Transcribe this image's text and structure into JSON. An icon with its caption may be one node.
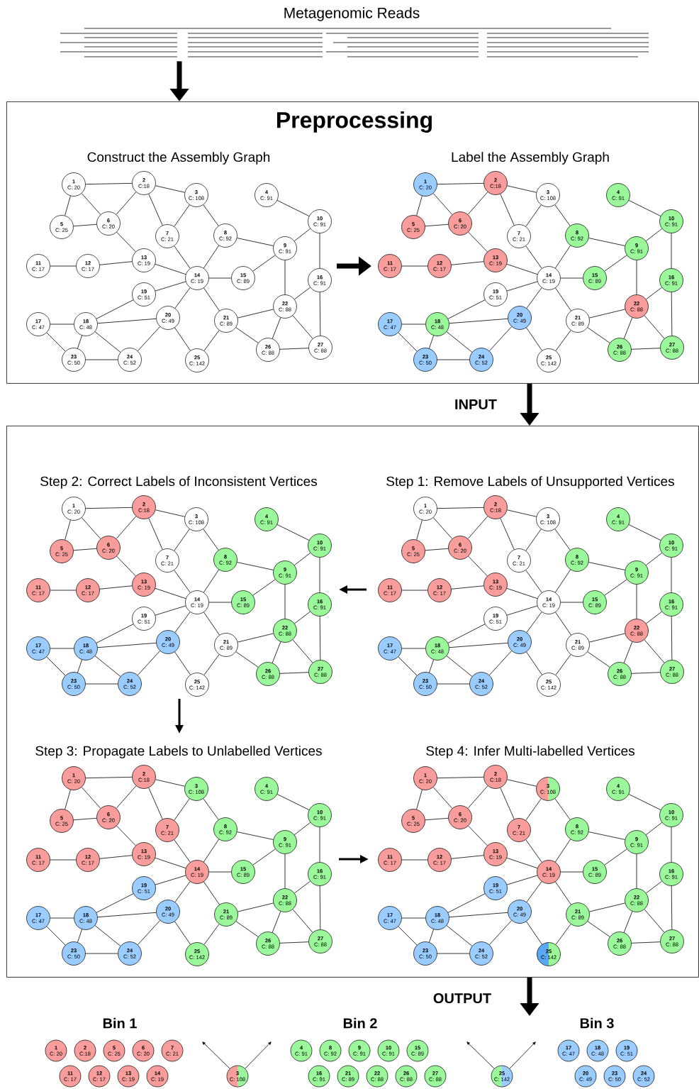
{
  "diagram": {
    "nodes": [
      {
        "text": [
          "Metagenomic Reads"
        ]
      },
      {
        "text": [
          "Preprocessing"
        ]
      },
      {
        "text": [
          "1",
          "C: 20"
        ],
        "in": 1
      },
      {
        "text": [
          "2",
          "C:18"
        ],
        "in": 1
      },
      {
        "text": [
          "3",
          "C: 108"
        ],
        "in": 1
      },
      {
        "text": [
          "4",
          "C: 91"
        ],
        "in": 1
      },
      {
        "text": [
          "5",
          "C: 25"
        ],
        "in": 1
      },
      {
        "text": [
          "6",
          "C: 20"
        ],
        "in": 1
      },
      {
        "text": [
          "7",
          "C: 21"
        ],
        "in": 1
      },
      {
        "text": [
          "8",
          "C: 92"
        ],
        "in": 1
      },
      {
        "text": [
          "9",
          "C: 91"
        ],
        "in": 1
      },
      {
        "text": [
          "10",
          "C: 91"
        ],
        "in": 1
      },
      {
        "text": [
          "11",
          "C: 17"
        ],
        "in": 1
      },
      {
        "text": [
          "12",
          "C: 17"
        ],
        "in": 1
      },
      {
        "text": [
          "13",
          "C: 19"
        ],
        "in": 1
      },
      {
        "text": [
          "14",
          "C: 19"
        ],
        "in": 1
      },
      {
        "text": [
          "15",
          "C: 89"
        ],
        "in": 1
      },
      {
        "text": [
          "16",
          "C: 91"
        ],
        "in": 1
      },
      {
        "text": [
          "17",
          "C: 47"
        ],
        "in": 1
      },
      {
        "text": [
          "18",
          "C: 48"
        ],
        "in": 1
      },
      {
        "text": [
          "19",
          "C: 51"
        ],
        "in": 1
      },
      {
        "text": [
          "20",
          "C: 49"
        ],
        "in": 1
      },
      {
        "text": [
          "21",
          "C: 89"
        ],
        "in": 1
      },
      {
        "text": [
          "22",
          "C: 88"
        ],
        "in": 1
      },
      {
        "text": [
          "23",
          "C: 50"
        ],
        "in": 1
      },
      {
        "text": [
          "24",
          "C: 52"
        ],
        "in": 1
      },
      {
        "text": [
          "25",
          "C: 142"
        ],
        "in": 1
      },
      {
        "text": [
          "26",
          "C: 88"
        ],
        "in": 1
      },
      {
        "text": [
          "27",
          "C: 88"
        ],
        "in": 1
      },
      {
        "text": [
          "1",
          "C: 20"
        ],
        "in": 1
      },
      {
        "text": [
          "2",
          "C:18"
        ],
        "in": 1
      },
      {
        "text": [
          "3",
          "C: 108"
        ],
        "in": 1
      },
      {
        "text": [
          "4",
          "C: 91"
        ],
        "in": 1
      },
      {
        "text": [
          "5",
          "C: 25"
        ],
        "in": 1
      },
      {
        "text": [
          "6",
          "C: 20"
        ],
        "in": 1
      },
      {
        "text": [
          "7",
          "C: 21"
        ],
        "in": 1
      },
      {
        "text": [
          "8",
          "C: 92"
        ],
        "in": 1
      },
      {
        "text": [
          "9",
          "C: 91"
        ],
        "in": 1
      },
      {
        "text": [
          "10",
          "C: 91"
        ],
        "in": 1
      },
      {
        "text": [
          "11",
          "C: 17"
        ],
        "in": 1
      },
      {
        "text": [
          "12",
          "C: 17"
        ],
        "in": 1
      },
      {
        "text": [
          "13",
          "C: 19"
        ],
        "in": 1
      },
      {
        "text": [
          "14",
          "C: 19"
        ],
        "in": 1
      },
      {
        "text": [
          "15",
          "C: 89"
        ],
        "in": 1
      },
      {
        "text": [
          "16",
          "C: 91"
        ],
        "in": 1
      },
      {
        "text": [
          "17",
          "C: 47"
        ],
        "in": 1
      },
      {
        "text": [
          "18",
          "C: 48"
        ],
        "in": 1
      },
      {
        "text": [
          "19",
          "C: 51"
        ],
        "in": 1
      },
      {
        "text": [
          "20",
          "C: 49"
        ],
        "in": 1
      },
      {
        "text": [
          "21",
          "C: 89"
        ],
        "in": 1
      },
      {
        "text": [
          "22",
          "C: 88"
        ],
        "in": 1
      },
      {
        "text": [
          "23",
          "C: 50"
        ],
        "in": 1
      },
      {
        "text": [
          "24",
          "C: 52"
        ],
        "in": 1
      },
      {
        "text": [
          "25",
          "C: 142"
        ],
        "in": 1
      },
      {
        "text": [
          "26",
          "C: 88"
        ],
        "in": 1
      },
      {
        "text": [
          "27",
          "C: 88"
        ],
        "in": 1
      },
      {
        "text": [],
        "shape": "box"
      },
      {
        "text": [
          "1",
          "C: 20"
        ],
        "in": 56
      },
      {
        "text": [
          "2",
          "C:18"
        ],
        "in": 56
      },
      {
        "text": [
          "3",
          "C: 108"
        ],
        "in": 56
      },
      {
        "text": [
          "4",
          "C: 91"
        ],
        "in": 56
      },
      {
        "text": [
          "5",
          "C: 25"
        ],
        "in": 56
      },
      {
        "text": [
          "6",
          "C: 20"
        ],
        "in": 56
      },
      {
        "text": [
          "7",
          "C: 21"
        ],
        "in": 56
      },
      {
        "text": [
          "8",
          "C: 92"
        ],
        "in": 56
      },
      {
        "text": [
          "9",
          "C: 91"
        ],
        "in": 56
      },
      {
        "text": [
          "10",
          "C: 91"
        ],
        "in": 56
      },
      {
        "text": [
          "11",
          "C: 17"
        ],
        "in": 56
      },
      {
        "text": [
          "12",
          "C: 17"
        ],
        "in": 56
      },
      {
        "text": [
          "13",
          "C: 19"
        ],
        "in": 56
      },
      {
        "text": [
          "14",
          "C: 19"
        ],
        "in": 56
      },
      {
        "text": [
          "15",
          "C: 89"
        ],
        "in": 56
      },
      {
        "text": [
          "16",
          "C: 91"
        ],
        "in": 56
      },
      {
        "text": [
          "17",
          "C: 47"
        ],
        "in": 56
      },
      {
        "text": [
          "18",
          "C: 48"
        ],
        "in": 56
      },
      {
        "text": [
          "19",
          "C: 51"
        ],
        "in": 56
      },
      {
        "text": [
          "20",
          "C: 49"
        ],
        "in": 56
      },
      {
        "text": [
          "21",
          "C: 89"
        ],
        "in": 56
      },
      {
        "text": [
          "22",
          "C: 88"
        ],
        "in": 56
      },
      {
        "text": [
          "23",
          "C: 50"
        ],
        "in": 56
      },
      {
        "text": [
          "24",
          "C: 52"
        ],
        "in": 56
      },
      {
        "text": [
          "25",
          "C: 142"
        ],
        "in": 56
      },
      {
        "text": [
          "26",
          "C: 88"
        ],
        "in": 56
      },
      {
        "text": [
          "27",
          "C: 88"
        ],
        "in": 56
      },
      {
        "text": [
          "1",
          "C: 20"
        ],
        "in": 56
      },
      {
        "text": [
          "2",
          "C:18"
        ],
        "in": 56
      },
      {
        "text": [
          "3",
          "C: 108"
        ],
        "in": 56
      },
      {
        "text": [
          "4",
          "C: 91"
        ],
        "in": 56
      },
      {
        "text": [
          "5",
          "C: 25"
        ],
        "in": 56
      },
      {
        "text": [
          "6",
          "C: 20"
        ],
        "in": 56
      },
      {
        "text": [
          "7",
          "C: 21"
        ],
        "in": 56
      },
      {
        "text": [
          "8",
          "C: 92"
        ],
        "in": 56
      },
      {
        "text": [
          "9",
          "C: 91"
        ],
        "in": 56
      },
      {
        "text": [
          "10",
          "C: 91"
        ],
        "in": 56
      },
      {
        "text": [
          "11",
          "C: 17"
        ],
        "in": 56
      },
      {
        "text": [
          "12",
          "C: 17"
        ],
        "in": 56
      },
      {
        "text": [
          "13",
          "C: 19"
        ],
        "in": 56
      },
      {
        "text": [
          "14",
          "C: 19"
        ],
        "in": 56
      },
      {
        "text": [
          "15",
          "C: 89"
        ],
        "in": 56
      },
      {
        "text": [
          "16",
          "C: 91"
        ],
        "in": 56
      },
      {
        "text": [
          "17",
          "C: 47"
        ],
        "in": 56
      },
      {
        "text": [
          "18",
          "C: 48"
        ],
        "in": 56
      },
      {
        "text": [
          "19",
          "C: 51"
        ],
        "in": 56
      },
      {
        "text": [
          "20",
          "C: 49"
        ],
        "in": 56
      },
      {
        "text": [
          "21",
          "C: 89"
        ],
        "in": 56
      },
      {
        "text": [
          "22",
          "C: 88"
        ],
        "in": 56
      },
      {
        "text": [
          "23",
          "C: 50"
        ],
        "in": 56
      },
      {
        "text": [
          "24",
          "C: 52"
        ],
        "in": 56
      },
      {
        "text": [
          "25",
          "C: 142"
        ],
        "in": 56
      },
      {
        "text": [
          "26",
          "C: 88"
        ],
        "in": 56
      },
      {
        "text": [
          "27",
          "C: 88"
        ],
        "in": 56
      },
      {
        "text": [
          "1",
          "C: 20"
        ],
        "in": 56
      },
      {
        "text": [
          "2",
          "C:18"
        ],
        "in": 56
      },
      {
        "text": [
          "3",
          "C: 108"
        ],
        "in": 56
      },
      {
        "text": [
          "4",
          "C: 91"
        ],
        "in": 56
      },
      {
        "text": [
          "5",
          "C: 25"
        ],
        "in": 56
      },
      {
        "text": [
          "6",
          "C: 20"
        ],
        "in": 56
      },
      {
        "text": [
          "7",
          "C: 21"
        ],
        "in": 56
      },
      {
        "text": [
          "8",
          "C: 92"
        ],
        "in": 56
      },
      {
        "text": [
          "9",
          "C: 91"
        ],
        "in": 56
      },
      {
        "text": [
          "10",
          "C: 91"
        ],
        "in": 56
      },
      {
        "text": [
          "11",
          "C: 17"
        ],
        "in": 56
      },
      {
        "text": [
          "12",
          "C: 17"
        ],
        "in": 56
      },
      {
        "text": [
          "13",
          "C: 19"
        ],
        "in": 56
      },
      {
        "text": [
          "14",
          "C: 19"
        ],
        "in": 56
      },
      {
        "text": [
          "15",
          "C: 89"
        ],
        "in": 56
      },
      {
        "text": [
          "16",
          "C: 91"
        ],
        "in": 56
      },
      {
        "text": [
          "17",
          "C: 47"
        ],
        "in": 56
      },
      {
        "text": [
          "18",
          "C: 48"
        ],
        "in": 56
      },
      {
        "text": [
          "19",
          "C: 51"
        ],
        "in": 56
      },
      {
        "text": [
          "20",
          "C: 49"
        ],
        "in": 56
      },
      {
        "text": [
          "21",
          "C: 89"
        ],
        "in": 56
      },
      {
        "text": [
          "22",
          "C: 88"
        ],
        "in": 56
      },
      {
        "text": [
          "23",
          "C: 50"
        ],
        "in": 56
      },
      {
        "text": [
          "24",
          "C: 52"
        ],
        "in": 56
      },
      {
        "text": [
          "25",
          "C: 142"
        ],
        "in": 56
      },
      {
        "text": [
          "26",
          "C: 88"
        ],
        "in": 56
      },
      {
        "text": [
          "27",
          "C: 88"
        ],
        "in": 56
      },
      {
        "text": [
          "1",
          "C: 20"
        ],
        "in": 56
      },
      {
        "text": [
          "2",
          "C:18"
        ],
        "in": 56
      },
      {
        "text": [
          "3",
          "C: 108"
        ],
        "in": 56
      },
      {
        "text": [
          "4",
          "C: 91"
        ],
        "in": 56
      },
      {
        "text": [
          "5",
          "C: 25"
        ],
        "in": 56
      },
      {
        "text": [
          "6",
          "C: 20"
        ],
        "in": 56
      },
      {
        "text": [
          "7",
          "C: 21"
        ],
        "in": 56
      },
      {
        "text": [
          "8",
          "C: 92"
        ],
        "in": 56
      },
      {
        "text": [
          "9",
          "C: 91"
        ],
        "in": 56
      },
      {
        "text": [
          "10",
          "C: 91"
        ],
        "in": 56
      },
      {
        "text": [
          "11",
          "C: 17"
        ],
        "in": 56
      },
      {
        "text": [
          "12",
          "C: 17"
        ],
        "in": 56
      },
      {
        "text": [
          "13",
          "C: 19"
        ],
        "in": 56
      },
      {
        "text": [
          "14",
          "C: 19"
        ],
        "in": 56
      },
      {
        "text": [
          "15",
          "C: 89"
        ],
        "in": 56
      },
      {
        "text": [
          "16",
          "C: 91"
        ],
        "in": 56
      },
      {
        "text": [
          "17",
          "C: 47"
        ],
        "in": 56
      },
      {
        "text": [
          "18",
          "C: 48"
        ],
        "in": 56
      },
      {
        "text": [
          "19",
          "C: 51"
        ],
        "in": 56
      },
      {
        "text": [
          "20",
          "C: 49"
        ],
        "in": 56
      },
      {
        "text": [
          "21",
          "C: 89"
        ],
        "in": 56
      },
      {
        "text": [
          "22",
          "C: 88"
        ],
        "in": 56
      },
      {
        "text": [
          "23",
          "C: 50"
        ],
        "in": 56
      },
      {
        "text": [
          "24",
          "C: 52"
        ],
        "in": 56
      },
      {
        "text": [
          "25",
          "C: 142"
        ],
        "in": 56
      },
      {
        "text": [
          "26",
          "C: 88"
        ],
        "in": 56
      },
      {
        "text": [
          "27",
          "C: 88"
        ],
        "in": 56
      },
      {
        "text": [
          "1",
          "C: 20"
        ]
      },
      {
        "text": [
          "2",
          "C:18"
        ]
      },
      {
        "text": [
          "5",
          "C: 25"
        ]
      },
      {
        "text": [
          "6",
          "C: 20"
        ]
      },
      {
        "text": [
          "7",
          "C: 21"
        ]
      },
      {
        "text": [
          "4",
          "C: 91"
        ]
      },
      {
        "text": [
          "8",
          "C: 92"
        ]
      },
      {
        "text": [
          "9",
          "C: 91"
        ]
      },
      {
        "text": [
          "10",
          "C: 91"
        ]
      },
      {
        "text": [
          "15",
          "C: 89"
        ]
      },
      {
        "text": [
          "17",
          "C: 47"
        ]
      },
      {
        "text": [
          "18",
          "C: 48"
        ]
      },
      {
        "text": [
          "19",
          "C: 51"
        ]
      },
      {
        "text": [
          "11",
          "C: 17"
        ]
      },
      {
        "text": [
          "12",
          "C: 17"
        ]
      },
      {
        "text": [
          "13",
          "C: 19"
        ]
      },
      {
        "text": [
          "14",
          "C: 19"
        ]
      },
      {
        "text": [
          "3",
          "C: 108"
        ]
      },
      {
        "text": [
          "16",
          "C: 91"
        ]
      },
      {
        "text": [
          "21",
          "C: 89"
        ]
      },
      {
        "text": [
          "22",
          "C: 88"
        ]
      },
      {
        "text": [
          "26",
          "C: 88"
        ]
      },
      {
        "text": [
          "27",
          "C: 88"
        ]
      },
      {
        "text": [
          "25",
          "C: 142"
        ]
      },
      {
        "text": [
          "20",
          "C: 49"
        ]
      },
      {
        "text": [
          "23",
          "C: 50"
        ]
      },
      {
        "text": [
          "24",
          "C: 52"
        ]
      }
    ],
    "edges": [
      {
        "from": 0,
        "to": 1,
        "arrow": "to",
        "style": "thick"
      },
      {
        "from": 1,
        "to": 56,
        "arrow": "to",
        "style": "thick",
        "label": "INPUT"
      },
      {
        "from": 56,
        "to": null,
        "arrow": "to",
        "style": "thick",
        "label": "OUTPUT"
      },
      {
        "from": 182,
        "to": null,
        "arrow": "to"
      },
      {
        "from": 182,
        "to": null,
        "arrow": "to"
      },
      {
        "from": 188,
        "to": null,
        "arrow": "to"
      },
      {
        "from": 188,
        "to": null,
        "arrow": "to"
      },
      {
        "from": 2,
        "to": 3,
        "arrow": "none"
      },
      {
        "from": 2,
        "to": 6,
        "arrow": "none"
      },
      {
        "from": 2,
        "to": 7,
        "arrow": "none"
      },
      {
        "from": 3,
        "to": 4,
        "arrow": "none"
      },
      {
        "from": 3,
        "to": 7,
        "arrow": "none"
      },
      {
        "from": 3,
        "to": 8,
        "arrow": "none"
      },
      {
        "from": 4,
        "to": 8,
        "arrow": "none"
      },
      {
        "from": 4,
        "to": 9,
        "arrow": "none"
      },
      {
        "from": 5,
        "to": 11,
        "arrow": "none"
      },
      {
        "from": 6,
        "to": 7,
        "arrow": "none"
      },
      {
        "from": 7,
        "to": 14,
        "arrow": "none"
      },
      {
        "from": 8,
        "to": 15,
        "arrow": "none"
      },
      {
        "from": 9,
        "to": 10,
        "arrow": "none"
      },
      {
        "from": 9,
        "to": 15,
        "arrow": "none"
      },
      {
        "from": 10,
        "to": 11,
        "arrow": "none"
      },
      {
        "from": 10,
        "to": 16,
        "arrow": "none"
      },
      {
        "from": 10,
        "to": 23,
        "arrow": "none"
      },
      {
        "from": 11,
        "to": 17,
        "arrow": "none"
      },
      {
        "from": 12,
        "to": 13,
        "arrow": "none"
      },
      {
        "from": 13,
        "to": 14,
        "arrow": "none"
      },
      {
        "from": 14,
        "to": 15,
        "arrow": "none"
      },
      {
        "from": 15,
        "to": 16,
        "arrow": "none"
      },
      {
        "from": 15,
        "to": 20,
        "arrow": "none"
      },
      {
        "from": 15,
        "to": 21,
        "arrow": "none"
      },
      {
        "from": 15,
        "to": 22,
        "arrow": "none"
      },
      {
        "from": 17,
        "to": 23,
        "arrow": "none"
      },
      {
        "from": 17,
        "to": 28,
        "arrow": "none"
      },
      {
        "from": 18,
        "to": 19,
        "arrow": "none"
      },
      {
        "from": 18,
        "to": 24,
        "arrow": "none"
      },
      {
        "from": 19,
        "to": 20,
        "arrow": "none"
      },
      {
        "from": 19,
        "to": 21,
        "arrow": "none"
      },
      {
        "from": 19,
        "to": 24,
        "arrow": "none"
      },
      {
        "from": 19,
        "to": 25,
        "arrow": "none"
      },
      {
        "from": 21,
        "to": 25,
        "arrow": "none"
      },
      {
        "from": 21,
        "to": 26,
        "arrow": "none"
      },
      {
        "from": 22,
        "to": 23,
        "arrow": "none"
      },
      {
        "from": 22,
        "to": 26,
        "arrow": "none"
      },
      {
        "from": 22,
        "to": 27,
        "arrow": "none"
      },
      {
        "from": 23,
        "to": 27,
        "arrow": "none"
      },
      {
        "from": 23,
        "to": 28,
        "arrow": "none"
      },
      {
        "from": 24,
        "to": 25,
        "arrow": "none"
      },
      {
        "from": 27,
        "to": 28,
        "arrow": "none"
      },
      {
        "from": 29,
        "to": 30,
        "arrow": "none"
      },
      {
        "from": 29,
        "to": 33,
        "arrow": "none"
      },
      {
        "from": 29,
        "to": 34,
        "arrow": "none"
      },
      {
        "from": 30,
        "to": 31,
        "arrow": "none"
      },
      {
        "from": 30,
        "to": 34,
        "arrow": "none"
      },
      {
        "from": 30,
        "to": 35,
        "arrow": "none"
      },
      {
        "from": 31,
        "to": 35,
        "arrow": "none"
      },
      {
        "from": 31,
        "to": 36,
        "arrow": "none"
      },
      {
        "from": 32,
        "to": 38,
        "arrow": "none"
      },
      {
        "from": 33,
        "to": 34,
        "arrow": "none"
      },
      {
        "from": 34,
        "to": 41,
        "arrow": "none"
      },
      {
        "from": 35,
        "to": 42,
        "arrow": "none"
      },
      {
        "from": 36,
        "to": 37,
        "arrow": "none"
      },
      {
        "from": 36,
        "to": 42,
        "arrow": "none"
      },
      {
        "from": 37,
        "to": 38,
        "arrow": "none"
      },
      {
        "from": 37,
        "to": 43,
        "arrow": "none"
      },
      {
        "from": 37,
        "to": 50,
        "arrow": "none"
      },
      {
        "from": 38,
        "to": 44,
        "arrow": "none"
      },
      {
        "from": 39,
        "to": 40,
        "arrow": "none"
      },
      {
        "from": 40,
        "to": 41,
        "arrow": "none"
      },
      {
        "from": 41,
        "to": 42,
        "arrow": "none"
      },
      {
        "from": 42,
        "to": 43,
        "arrow": "none"
      },
      {
        "from": 42,
        "to": 47,
        "arrow": "none"
      },
      {
        "from": 42,
        "to": 48,
        "arrow": "none"
      },
      {
        "from": 42,
        "to": 49,
        "arrow": "none"
      },
      {
        "from": 44,
        "to": 50,
        "arrow": "none"
      },
      {
        "from": 44,
        "to": 55,
        "arrow": "none"
      },
      {
        "from": 45,
        "to": 46,
        "arrow": "none"
      },
      {
        "from": 45,
        "to": 51,
        "arrow": "none"
      },
      {
        "from": 46,
        "to": 47,
        "arrow": "none"
      },
      {
        "from": 46,
        "to": 48,
        "arrow": "none"
      },
      {
        "from": 46,
        "to": 51,
        "arrow": "none"
      },
      {
        "from": 46,
        "to": 52,
        "arrow": "none"
      },
      {
        "from": 48,
        "to": 52,
        "arrow": "none"
      },
      {
        "from": 48,
        "to": 53,
        "arrow": "none"
      },
      {
        "from": 49,
        "to": 50,
        "arrow": "none"
      },
      {
        "from": 49,
        "to": 53,
        "arrow": "none"
      },
      {
        "from": 49,
        "to": 54,
        "arrow": "none"
      },
      {
        "from": 50,
        "to": 54,
        "arrow": "none"
      },
      {
        "from": 50,
        "to": 55,
        "arrow": "none"
      },
      {
        "from": 51,
        "to": 52,
        "arrow": "none"
      },
      {
        "from": 54,
        "to": 55,
        "arrow": "none"
      },
      {
        "from": 57,
        "to": 58,
        "arrow": "none"
      },
      {
        "from": 57,
        "to": 61,
        "arrow": "none"
      },
      {
        "from": 57,
        "to": 62,
        "arrow": "none"
      },
      {
        "from": 58,
        "to": 59,
        "arrow": "none"
      },
      {
        "from": 58,
        "to": 62,
        "arrow": "none"
      },
      {
        "from": 58,
        "to": 63,
        "arrow": "none"
      },
      {
        "from": 59,
        "to": 63,
        "arrow": "none"
      },
      {
        "from": 59,
        "to": 64,
        "arrow": "none"
      },
      {
        "from": 60,
        "to": 66,
        "arrow": "none"
      },
      {
        "from": 61,
        "to": 62,
        "arrow": "none"
      },
      {
        "from": 62,
        "to": 69,
        "arrow": "none"
      },
      {
        "from": 63,
        "to": 70,
        "arrow": "none"
      },
      {
        "from": 64,
        "to": 65,
        "arrow": "none"
      },
      {
        "from": 64,
        "to": 70,
        "arrow": "none"
      },
      {
        "from": 65,
        "to": 66,
        "arrow": "none"
      },
      {
        "from": 65,
        "to": 71,
        "arrow": "none"
      },
      {
        "from": 65,
        "to": 78,
        "arrow": "none"
      },
      {
        "from": 66,
        "to": 72,
        "arrow": "none"
      },
      {
        "from": 67,
        "to": 68,
        "arrow": "none"
      },
      {
        "from": 68,
        "to": 69,
        "arrow": "none"
      },
      {
        "from": 69,
        "to": 70,
        "arrow": "none"
      },
      {
        "from": 70,
        "to": 71,
        "arrow": "none"
      },
      {
        "from": 70,
        "to": 75,
        "arrow": "none"
      },
      {
        "from": 70,
        "to": 76,
        "arrow": "none"
      },
      {
        "from": 70,
        "to": 77,
        "arrow": "none"
      },
      {
        "from": 72,
        "to": 78,
        "arrow": "none"
      },
      {
        "from": 72,
        "to": 83,
        "arrow": "none"
      },
      {
        "from": 73,
        "to": 74,
        "arrow": "none"
      },
      {
        "from": 73,
        "to": 79,
        "arrow": "none"
      },
      {
        "from": 74,
        "to": 75,
        "arrow": "none"
      },
      {
        "from": 74,
        "to": 76,
        "arrow": "none"
      },
      {
        "from": 74,
        "to": 79,
        "arrow": "none"
      },
      {
        "from": 74,
        "to": 80,
        "arrow": "none"
      },
      {
        "from": 76,
        "to": 80,
        "arrow": "none"
      },
      {
        "from": 76,
        "to": 81,
        "arrow": "none"
      },
      {
        "from": 77,
        "to": 78,
        "arrow": "none"
      },
      {
        "from": 77,
        "to": 81,
        "arrow": "none"
      },
      {
        "from": 77,
        "to": 82,
        "arrow": "none"
      },
      {
        "from": 78,
        "to": 82,
        "arrow": "none"
      },
      {
        "from": 78,
        "to": 83,
        "arrow": "none"
      },
      {
        "from": 79,
        "to": 80,
        "arrow": "none"
      },
      {
        "from": 82,
        "to": 83,
        "arrow": "none"
      },
      {
        "from": 84,
        "to": 85,
        "arrow": "none"
      },
      {
        "from": 84,
        "to": 88,
        "arrow": "none"
      },
      {
        "from": 84,
        "to": 89,
        "arrow": "none"
      },
      {
        "from": 85,
        "to": 86,
        "arrow": "none"
      },
      {
        "from": 85,
        "to": 89,
        "arrow": "none"
      },
      {
        "from": 85,
        "to": 90,
        "arrow": "none"
      },
      {
        "from": 86,
        "to": 90,
        "arrow": "none"
      },
      {
        "from": 86,
        "to": 91,
        "arrow": "none"
      },
      {
        "from": 87,
        "to": 93,
        "arrow": "none"
      },
      {
        "from": 88,
        "to": 89,
        "arrow": "none"
      },
      {
        "from": 89,
        "to": 96,
        "arrow": "none"
      },
      {
        "from": 90,
        "to": 97,
        "arrow": "none"
      },
      {
        "from": 91,
        "to": 92,
        "arrow": "none"
      },
      {
        "from": 91,
        "to": 97,
        "arrow": "none"
      },
      {
        "from": 92,
        "to": 93,
        "arrow": "none"
      },
      {
        "from": 92,
        "to": 98,
        "arrow": "none"
      },
      {
        "from": 92,
        "to": 105,
        "arrow": "none"
      },
      {
        "from": 93,
        "to": 99,
        "arrow": "none"
      },
      {
        "from": 94,
        "to": 95,
        "arrow": "none"
      },
      {
        "from": 95,
        "to": 96,
        "arrow": "none"
      },
      {
        "from": 96,
        "to": 97,
        "arrow": "none"
      },
      {
        "from": 97,
        "to": 98,
        "arrow": "none"
      },
      {
        "from": 97,
        "to": 102,
        "arrow": "none"
      },
      {
        "from": 97,
        "to": 103,
        "arrow": "none"
      },
      {
        "from": 97,
        "to": 104,
        "arrow": "none"
      },
      {
        "from": 99,
        "to": 105,
        "arrow": "none"
      },
      {
        "from": 99,
        "to": 110,
        "arrow": "none"
      },
      {
        "from": 100,
        "to": 101,
        "arrow": "none"
      },
      {
        "from": 100,
        "to": 106,
        "arrow": "none"
      },
      {
        "from": 101,
        "to": 102,
        "arrow": "none"
      },
      {
        "from": 101,
        "to": 103,
        "arrow": "none"
      },
      {
        "from": 101,
        "to": 106,
        "arrow": "none"
      },
      {
        "from": 101,
        "to": 107,
        "arrow": "none"
      },
      {
        "from": 103,
        "to": 107,
        "arrow": "none"
      },
      {
        "from": 103,
        "to": 108,
        "arrow": "none"
      },
      {
        "from": 104,
        "to": 105,
        "arrow": "none"
      },
      {
        "from": 104,
        "to": 108,
        "arrow": "none"
      },
      {
        "from": 104,
        "to": 109,
        "arrow": "none"
      },
      {
        "from": 105,
        "to": 109,
        "arrow": "none"
      },
      {
        "from": 105,
        "to": 110,
        "arrow": "none"
      },
      {
        "from": 106,
        "to": 107,
        "arrow": "none"
      },
      {
        "from": 109,
        "to": 110,
        "arrow": "none"
      },
      {
        "from": 111,
        "to": 112,
        "arrow": "none"
      },
      {
        "from": 111,
        "to": 115,
        "arrow": "none"
      },
      {
        "from": 111,
        "to": 116,
        "arrow": "none"
      },
      {
        "from": 112,
        "to": 113,
        "arrow": "none"
      },
      {
        "from": 112,
        "to": 116,
        "arrow": "none"
      },
      {
        "from": 112,
        "to": 117,
        "arrow": "none"
      },
      {
        "from": 113,
        "to": 117,
        "arrow": "none"
      },
      {
        "from": 113,
        "to": 118,
        "arrow": "none"
      },
      {
        "from": 114,
        "to": 120,
        "arrow": "none"
      },
      {
        "from": 115,
        "to": 116,
        "arrow": "none"
      },
      {
        "from": 116,
        "to": 123,
        "arrow": "none"
      },
      {
        "from": 117,
        "to": 124,
        "arrow": "none"
      },
      {
        "from": 118,
        "to": 119,
        "arrow": "none"
      },
      {
        "from": 118,
        "to": 124,
        "arrow": "none"
      },
      {
        "from": 119,
        "to": 120,
        "arrow": "none"
      },
      {
        "from": 119,
        "to": 125,
        "arrow": "none"
      },
      {
        "from": 119,
        "to": 132,
        "arrow": "none"
      },
      {
        "from": 120,
        "to": 126,
        "arrow": "none"
      },
      {
        "from": 121,
        "to": 122,
        "arrow": "none"
      },
      {
        "from": 122,
        "to": 123,
        "arrow": "none"
      },
      {
        "from": 123,
        "to": 124,
        "arrow": "none"
      },
      {
        "from": 124,
        "to": 125,
        "arrow": "none"
      },
      {
        "from": 124,
        "to": 129,
        "arrow": "none"
      },
      {
        "from": 124,
        "to": 130,
        "arrow": "none"
      },
      {
        "from": 124,
        "to": 131,
        "arrow": "none"
      },
      {
        "from": 126,
        "to": 132,
        "arrow": "none"
      },
      {
        "from": 126,
        "to": 137,
        "arrow": "none"
      },
      {
        "from": 127,
        "to": 128,
        "arrow": "none"
      },
      {
        "from": 127,
        "to": 133,
        "arrow": "none"
      },
      {
        "from": 128,
        "to": 129,
        "arrow": "none"
      },
      {
        "from": 128,
        "to": 130,
        "arrow": "none"
      },
      {
        "from": 128,
        "to": 133,
        "arrow": "none"
      },
      {
        "from": 128,
        "to": 134,
        "arrow": "none"
      },
      {
        "from": 130,
        "to": 134,
        "arrow": "none"
      },
      {
        "from": 130,
        "to": 135,
        "arrow": "none"
      },
      {
        "from": 131,
        "to": 132,
        "arrow": "none"
      },
      {
        "from": 131,
        "to": 135,
        "arrow": "none"
      },
      {
        "from": 131,
        "to": 136,
        "arrow": "none"
      },
      {
        "from": 132,
        "to": 136,
        "arrow": "none"
      },
      {
        "from": 132,
        "to": 137,
        "arrow": "none"
      },
      {
        "from": 133,
        "to": 134,
        "arrow": "none"
      },
      {
        "from": 136,
        "to": 137,
        "arrow": "none"
      },
      {
        "from": 138,
        "to": 139,
        "arrow": "none"
      },
      {
        "from": 138,
        "to": 142,
        "arrow": "none"
      },
      {
        "from": 138,
        "to": 143,
        "arrow": "none"
      },
      {
        "from": 139,
        "to": 140,
        "arrow": "none"
      },
      {
        "from": 139,
        "to": 143,
        "arrow": "none"
      },
      {
        "from": 139,
        "to": 144,
        "arrow": "none"
      },
      {
        "from": 140,
        "to": 144,
        "arrow": "none"
      },
      {
        "from": 140,
        "to": 145,
        "arrow": "none"
      },
      {
        "from": 141,
        "to": 147,
        "arrow": "none"
      },
      {
        "from": 142,
        "to": 143,
        "arrow": "none"
      },
      {
        "from": 143,
        "to": 150,
        "arrow": "none"
      },
      {
        "from": 144,
        "to": 151,
        "arrow": "none"
      },
      {
        "from": 145,
        "to": 146,
        "arrow": "none"
      },
      {
        "from": 145,
        "to": 151,
        "arrow": "none"
      },
      {
        "from": 146,
        "to": 147,
        "arrow": "none"
      },
      {
        "from": 146,
        "to": 152,
        "arrow": "none"
      },
      {
        "from": 146,
        "to": 159,
        "arrow": "none"
      },
      {
        "from": 147,
        "to": 153,
        "arrow": "none"
      },
      {
        "from": 148,
        "to": 149,
        "arrow": "none"
      },
      {
        "from": 149,
        "to": 150,
        "arrow": "none"
      },
      {
        "from": 150,
        "to": 151,
        "arrow": "none"
      },
      {
        "from": 151,
        "to": 152,
        "arrow": "none"
      },
      {
        "from": 151,
        "to": 156,
        "arrow": "none"
      },
      {
        "from": 151,
        "to": 157,
        "arrow": "none"
      },
      {
        "from": 151,
        "to": 158,
        "arrow": "none"
      },
      {
        "from": 153,
        "to": 159,
        "arrow": "none"
      },
      {
        "from": 153,
        "to": 164,
        "arrow": "none"
      },
      {
        "from": 154,
        "to": 155,
        "arrow": "none"
      },
      {
        "from": 154,
        "to": 160,
        "arrow": "none"
      },
      {
        "from": 155,
        "to": 156,
        "arrow": "none"
      },
      {
        "from": 155,
        "to": 157,
        "arrow": "none"
      },
      {
        "from": 155,
        "to": 160,
        "arrow": "none"
      },
      {
        "from": 155,
        "to": 161,
        "arrow": "none"
      },
      {
        "from": 157,
        "to": 161,
        "arrow": "none"
      },
      {
        "from": 157,
        "to": 162,
        "arrow": "none"
      },
      {
        "from": 158,
        "to": 159,
        "arrow": "none"
      },
      {
        "from": 158,
        "to": 162,
        "arrow": "none"
      },
      {
        "from": 158,
        "to": 163,
        "arrow": "none"
      },
      {
        "from": 159,
        "to": 163,
        "arrow": "none"
      },
      {
        "from": 159,
        "to": 164,
        "arrow": "none"
      },
      {
        "from": 160,
        "to": 161,
        "arrow": "none"
      },
      {
        "from": 163,
        "to": 164,
        "arrow": "none"
      }
    ],
    "labels": [
      "Construct the Assembly Graph",
      "Label the Assembly Graph",
      "Step 2: Correct Labels of Inconsistent Vertices",
      "Step 1: Remove Labels of Unsupported Vertices",
      "Step 3: Propagate Labels to Unlabelled Vertices",
      "Step 4: Infer Multi-labelled Vertices",
      "Bin 1",
      "Bin 2",
      "Bin 3"
    ]
  }
}
